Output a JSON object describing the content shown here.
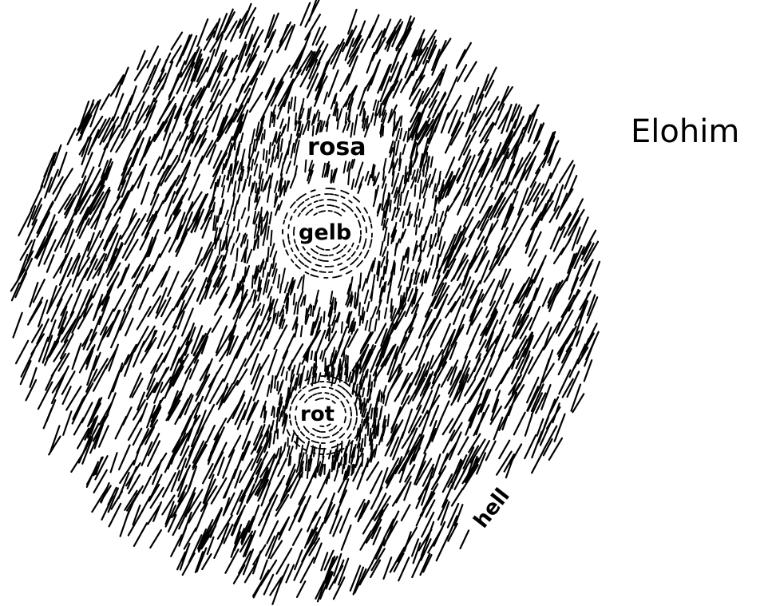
{
  "labels": {
    "title": "Elohim",
    "outer_zone": "hell",
    "upper_zone": "rosa",
    "upper_core": "gelb",
    "lower_core": "rot"
  },
  "colors": {
    "ink": "#000000",
    "paper": "#ffffff"
  }
}
